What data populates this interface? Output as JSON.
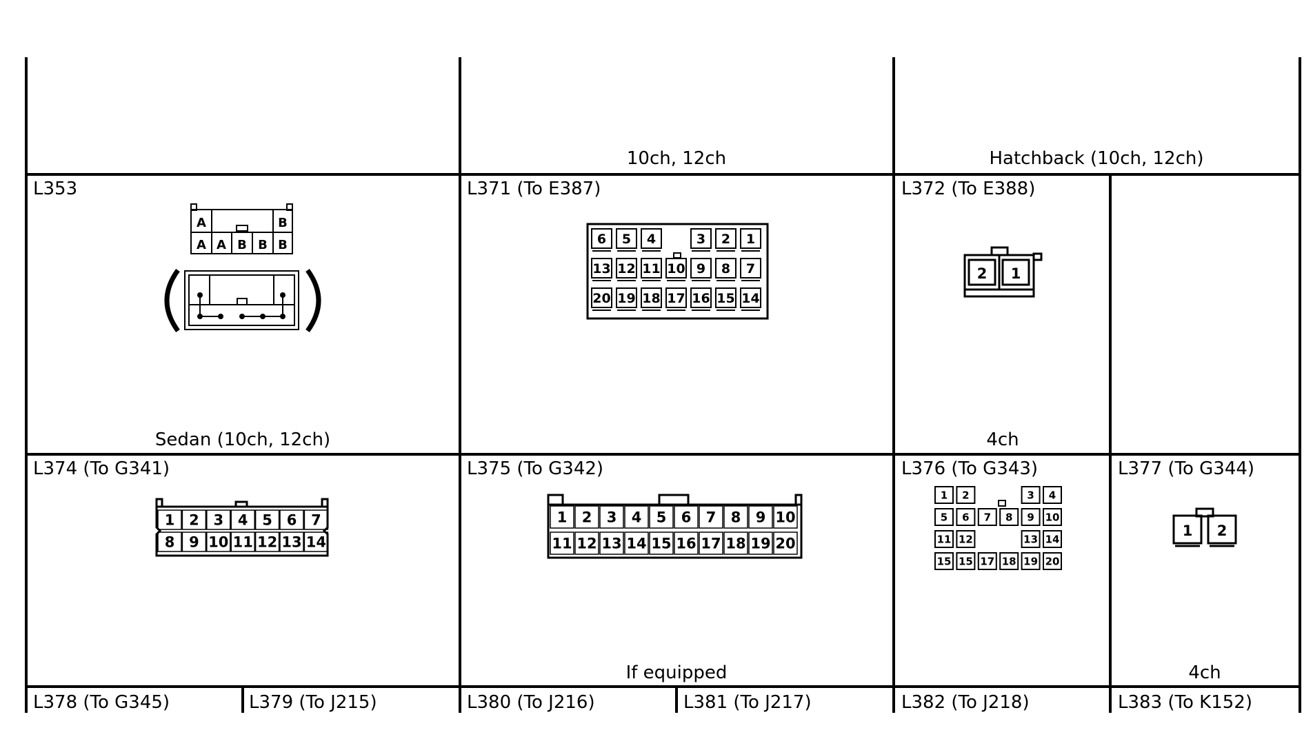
{
  "header_cells": [
    "",
    "10ch, 12ch",
    "Hatchback (10ch, 12ch)"
  ],
  "connectors": {
    "L353": {
      "name": "L353",
      "caption": "Sedan (10ch, 12ch)",
      "top_pins": [
        "A",
        "B"
      ],
      "bottom_pins": [
        "A",
        "A",
        "B",
        "B",
        "B"
      ]
    },
    "L371": {
      "name": "L371 (To E387)",
      "rows": [
        [
          "6",
          "5",
          "4",
          "",
          "3",
          "2",
          "1"
        ],
        [
          "13",
          "12",
          "11",
          "10",
          "9",
          "8",
          "7"
        ],
        [
          "20",
          "19",
          "18",
          "17",
          "16",
          "15",
          "14"
        ]
      ]
    },
    "L372": {
      "name": "L372 (To E388)",
      "caption": "4ch",
      "pins": [
        "2",
        "1"
      ]
    },
    "L374": {
      "name": "L374 (To G341)",
      "rows": [
        [
          "1",
          "2",
          "3",
          "4",
          "5",
          "6",
          "7"
        ],
        [
          "8",
          "9",
          "10",
          "11",
          "12",
          "13",
          "14"
        ]
      ]
    },
    "L375": {
      "name": "L375 (To G342)",
      "caption": "If equipped",
      "rows": [
        [
          "1",
          "2",
          "3",
          "4",
          "5",
          "6",
          "7",
          "8",
          "9",
          "10"
        ],
        [
          "11",
          "12",
          "13",
          "14",
          "15",
          "16",
          "17",
          "18",
          "19",
          "20"
        ]
      ]
    },
    "L376": {
      "name": "L376 (To G343)",
      "rows": [
        [
          "1",
          "2",
          "",
          "",
          "3",
          "4"
        ],
        [
          "5",
          "6",
          "7",
          "8",
          "9",
          "10"
        ],
        [
          "11",
          "12",
          "",
          "",
          "13",
          "14"
        ],
        [
          "15",
          "15",
          "17",
          "18",
          "19",
          "20"
        ]
      ]
    },
    "L377": {
      "name": "L377 (To G344)",
      "caption": "4ch",
      "pins": [
        "1",
        "2"
      ]
    }
  },
  "bottom_labels": [
    "L378 (To G345)",
    "L379 (To J215)",
    "L380 (To J216)",
    "L381 (To J217)",
    "L382 (To J218)",
    "L383 (To K152)"
  ]
}
